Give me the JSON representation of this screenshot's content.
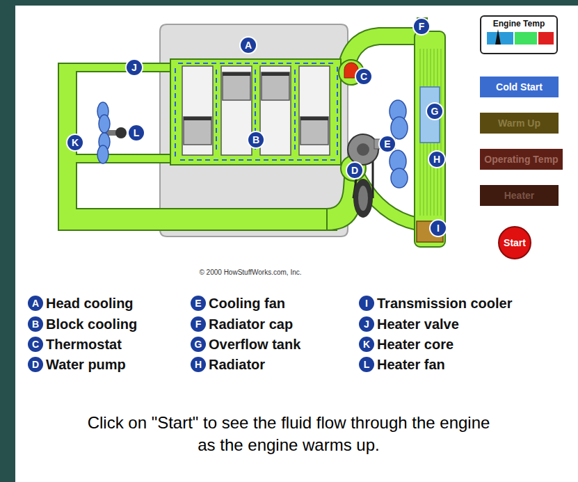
{
  "diagram": {
    "caption": "Click on \"Start\" to see the fluid flow through the engine as the engine warms up.",
    "nodes": [
      {
        "text": [
          "Engine Temp"
        ]
      },
      {
        "text": [
          "Cold Start"
        ]
      },
      {
        "text": [
          "Warm Up"
        ]
      },
      {
        "text": [
          "Operating Temp"
        ]
      },
      {
        "text": [
          "Heater"
        ]
      },
      {
        "text": [
          "Start"
        ]
      }
    ],
    "labels": [
      "A",
      "B",
      "C",
      "D",
      "E",
      "F",
      "G",
      "H",
      "I",
      "J",
      "K",
      "L",
      "© 2000 HowStuffWorks.com, Inc.",
      "A",
      "Head cooling",
      "B",
      "Block cooling",
      "C",
      "Thermostat",
      "D",
      "Water pump",
      "E",
      "Cooling fan",
      "F",
      "Radiator cap",
      "G",
      "Overflow tank",
      "H",
      "Radiator",
      "I",
      "Transmission cooler",
      "J",
      "Heater valve",
      "K",
      "Heater core",
      "L",
      "Heater fan"
    ]
  }
}
